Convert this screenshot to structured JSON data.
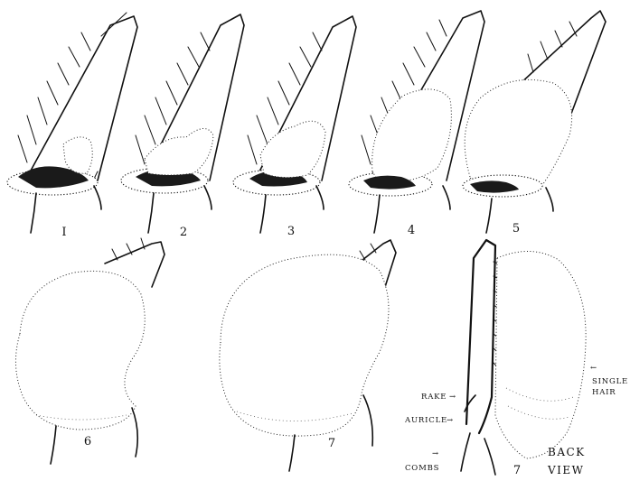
{
  "figure": {
    "stage_labels": [
      "I",
      "2",
      "3",
      "4",
      "5",
      "6",
      "7",
      "7"
    ],
    "annotations": {
      "rake": "RAKE",
      "auricle": "AURICLE",
      "combs": "COMBS",
      "single_hair_line1": "SINGLE",
      "single_hair_line2": "HAIR"
    },
    "view_label_line1": "BACK",
    "view_label_line2": "VIEW",
    "arrow_glyph": "→",
    "left_arrow_glyph": "←"
  }
}
